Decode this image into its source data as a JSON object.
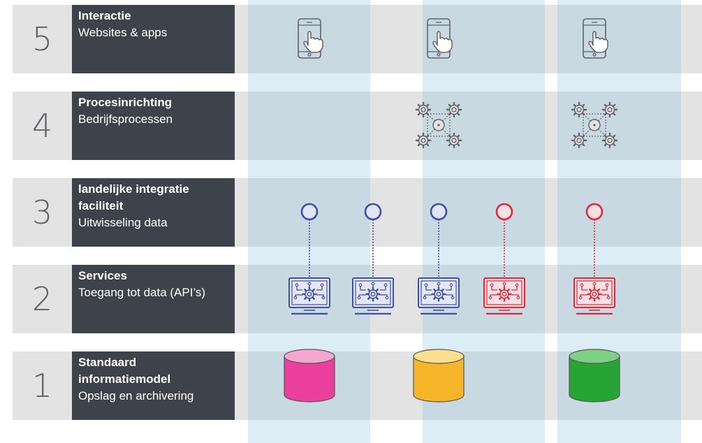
{
  "layers": [
    {
      "number": "5",
      "title": "Interactie",
      "subtitle": "Websites & apps"
    },
    {
      "number": "4",
      "title": "Procesinrichting",
      "subtitle": "Bedrijfsprocessen"
    },
    {
      "number": "3",
      "title": "landelijke integratie faciliteit",
      "subtitle": "Uitwisseling data"
    },
    {
      "number": "2",
      "title": "Services",
      "subtitle": "Toegang tot data (API’s)"
    },
    {
      "number": "1",
      "title": "Standaard informatiemodel",
      "subtitle": "Opslag en archivering"
    }
  ],
  "icons": {
    "interaction": "smartphone-touch-icon",
    "process": "gears-network-icon",
    "integration": "node-circle-icon",
    "service": "monitor-gear-icon",
    "storage": "database-cylinder-icon"
  },
  "colors": {
    "label_bg": "#3e434b",
    "row_bg": "#e3e3e3",
    "column_band": "#8cc3de",
    "service_blue": "#3d4fa3",
    "service_red": "#e0263d",
    "db_pink": "#ea3f9c",
    "db_yellow": "#f7b52a",
    "db_green": "#27a534",
    "icon_gray": "#5f636b"
  },
  "columns": [
    {
      "phone": true,
      "gears": false,
      "node": "blue",
      "service": "blue",
      "db": "pink"
    },
    {
      "phone": false,
      "gears": false,
      "node": "blue",
      "service": "blue",
      "db": null
    },
    {
      "phone": true,
      "gears": true,
      "node": "blue",
      "service": "blue",
      "db": "yellow"
    },
    {
      "phone": false,
      "gears": false,
      "node": "red",
      "service": "red",
      "db": null
    },
    {
      "phone": true,
      "gears": true,
      "node": "red",
      "service": "red",
      "db": "green"
    }
  ]
}
